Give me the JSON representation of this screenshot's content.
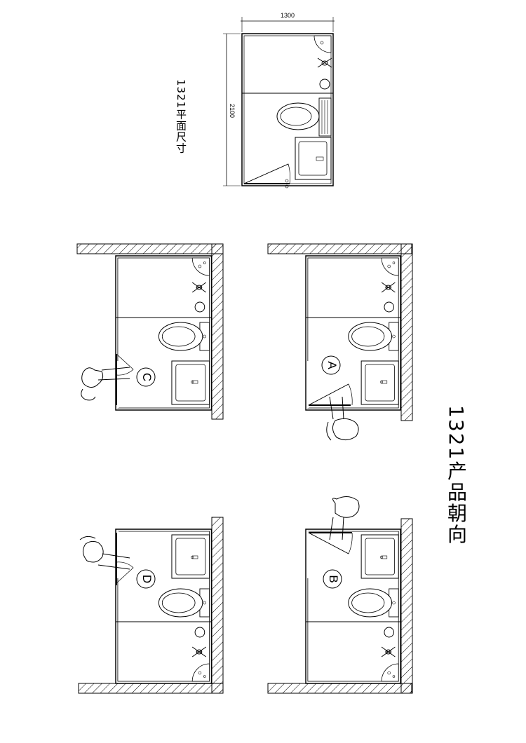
{
  "plan_title": "1321平面尺寸",
  "orientation_title": "1321产品朝向",
  "dimensions": {
    "width": "1300",
    "depth": "2100"
  },
  "units": [
    {
      "id": "A",
      "label": "A"
    },
    {
      "id": "B",
      "label": "B"
    },
    {
      "id": "C",
      "label": "C"
    },
    {
      "id": "D",
      "label": "D"
    }
  ],
  "colors": {
    "line": "#000000",
    "background": "#ffffff"
  }
}
